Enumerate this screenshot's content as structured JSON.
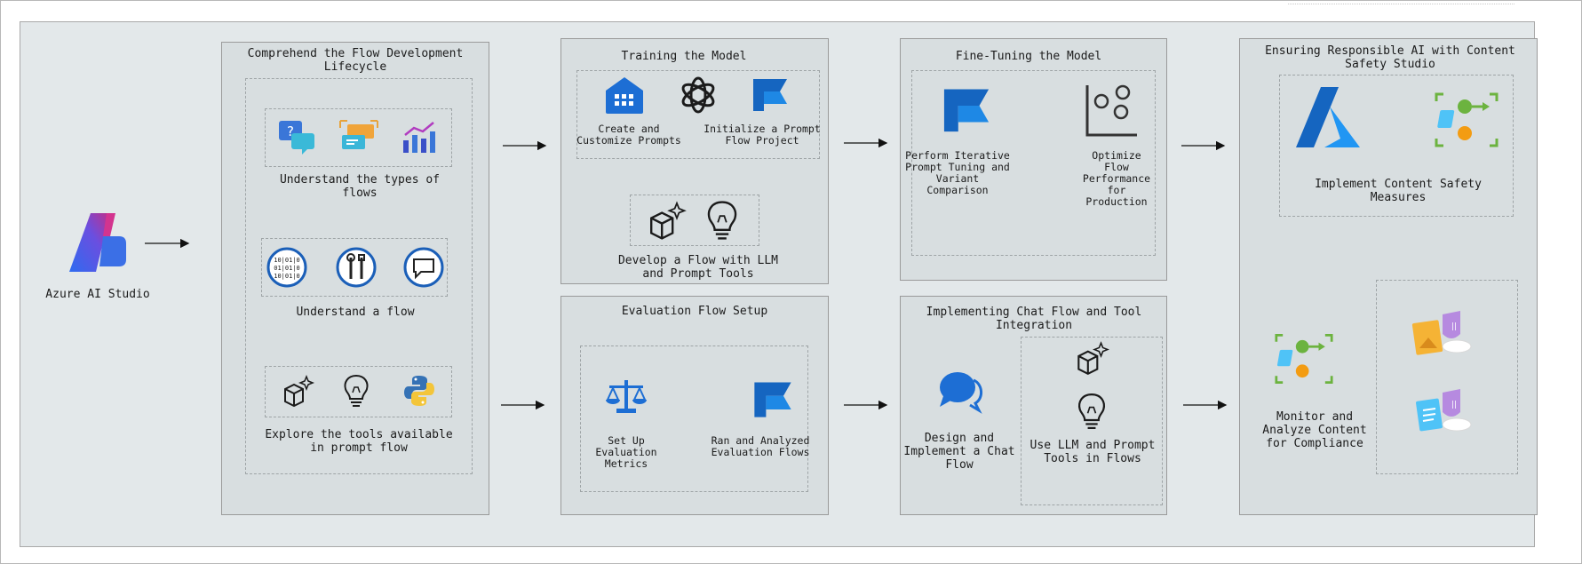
{
  "start": {
    "label": "Azure AI Studio"
  },
  "lifecycle": {
    "title": "Comprehend the Flow Development Lifecycle",
    "step1": "Understand the types of flows",
    "step2": "Understand a flow",
    "step3": "Explore the tools available in prompt flow"
  },
  "training": {
    "title": "Training the Model",
    "create": "Create and Customize Prompts",
    "init": "Initialize a Prompt Flow Project",
    "develop": "Develop a Flow with LLM and Prompt Tools"
  },
  "evaluation": {
    "title": "Evaluation Flow Setup",
    "metrics": "Set Up Evaluation Metrics",
    "ran": "Ran and Analyzed Evaluation Flows"
  },
  "finetune": {
    "title": "Fine-Tuning the Model",
    "perform": "Perform Iterative Prompt Tuning and Variant Comparison",
    "optimize": "Optimize Flow Performance for Production"
  },
  "chat": {
    "title": "Implementing Chat Flow and Tool Integration",
    "design": "Design and Implement a Chat Flow",
    "use": "Use LLM and Prompt Tools in Flows"
  },
  "responsible": {
    "title": "Ensuring Responsible AI with Content Safety Studio",
    "implement": "Implement Content Safety Measures",
    "monitor": "Monitor and Analyze Content for Compliance"
  },
  "colors": {
    "azure_blue": "#1f6fd6",
    "bg": "#e3e8ea",
    "panel": "#d8dee0"
  }
}
